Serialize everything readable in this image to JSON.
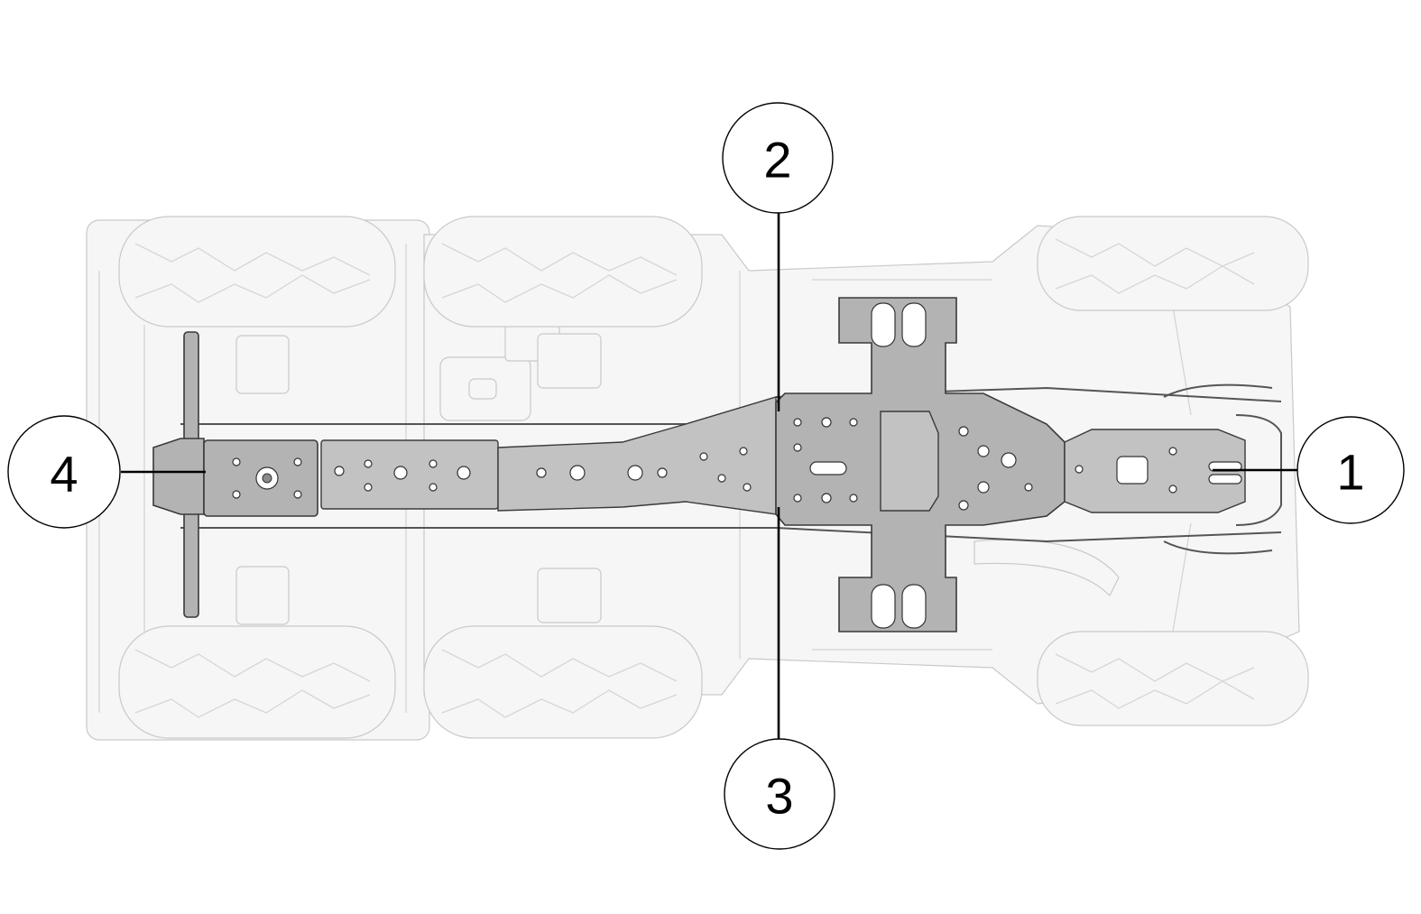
{
  "figure": {
    "description_labels": [],
    "callouts": [
      {
        "id": "c1",
        "label": "1"
      },
      {
        "id": "c2",
        "label": "2"
      },
      {
        "id": "c3",
        "label": "3"
      },
      {
        "id": "c4",
        "label": "4"
      }
    ]
  },
  "colors": {
    "skid_plate_fill": "#b3b3b3",
    "skid_plate_outline": "#3a3a3a",
    "vehicle_ghost_fill": "#f6f6f6",
    "vehicle_ghost_outline": "#c9c9c9",
    "callout_stroke": "#000000"
  }
}
